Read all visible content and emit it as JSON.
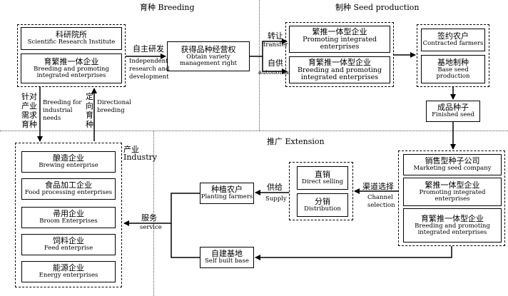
{
  "sections": {
    "breeding": "育种 Breeding",
    "seed_production": "制种 Seed production",
    "industry_cn": "产业",
    "industry_en": "Industry",
    "extension": "推广 Extension"
  },
  "boxes": {
    "research_institute": {
      "cn": "科研院所",
      "en": "Scientific Research Institute"
    },
    "breeding_enterprise_top": {
      "cn": "育繁推一体企业",
      "en": "Breeding and promoting integrated enterprises"
    },
    "variety_right": {
      "cn": "获得品种经营权",
      "en": "Obtain variety management right"
    },
    "breeding_promoting_integrated": {
      "cn": "繁推一体型企业",
      "en": "Promoting integrated enterprises"
    },
    "breeding_promoting_full": {
      "cn": "育繁推一体型企业",
      "en": "Breeding and promoting integrated enterprises"
    },
    "contracted_farmers": {
      "cn": "签约农户",
      "en": "Contracted farmers"
    },
    "base_seed": {
      "cn": "基地制种",
      "en": "Base seed production"
    },
    "finished_seed": {
      "cn": "成品种子",
      "en": "Finished seed"
    },
    "marketing_company": {
      "cn": "销售型种子公司",
      "en": "Marketing seed company"
    },
    "promoting_integrated_ext": {
      "cn": "繁推一体型企业",
      "en": "Promoting integrated enterprises"
    },
    "breeding_integrated_ext": {
      "cn": "育繁推一体型企业",
      "en": "Breeding and promoting integrated enterprises"
    },
    "direct_selling": {
      "cn": "直销",
      "en": "Direct selling"
    },
    "distribution": {
      "cn": "分销",
      "en": "Distribution"
    },
    "planting_farmers": {
      "cn": "种植农户",
      "en": "Planting farmers"
    },
    "self_built_base": {
      "cn": "自建基地",
      "en": "Self built base"
    },
    "brewing": {
      "cn": "酿造企业",
      "en": "Brewing enterprise"
    },
    "food_processing": {
      "cn": "食品加工企业",
      "en": "Food processing enterprises"
    },
    "broom": {
      "cn": "帚用企业",
      "en": "Broom Enterprises"
    },
    "feed": {
      "cn": "饲料企业",
      "en": "Feed enterprise"
    },
    "energy": {
      "cn": "能源企业",
      "en": "Energy enterprises"
    }
  },
  "labels": {
    "independent_cn": "自主研发",
    "independent_en1": "Independent",
    "independent_en2": "research and",
    "independent_en3": "development",
    "transfer_cn": "转让",
    "transfer_en": "transfer",
    "autonomous_cn": "自供",
    "autonomous_en": "autonoma",
    "industry_need_cn1": "针对",
    "industry_need_cn2": "产业",
    "industry_need_cn3": "需求",
    "industry_need_cn4": "育种",
    "industry_need_en1": "Breeding for",
    "industry_need_en2": "industrial",
    "industry_need_en3": "needs",
    "directional_cn1": "定",
    "directional_cn2": "向",
    "directional_cn3": "育",
    "directional_cn4": "种",
    "directional_en1": "Directional",
    "directional_en2": "breeding",
    "channel_cn": "渠道选择",
    "channel_en1": "Channel",
    "channel_en2": "selection",
    "supply_cn": "供给",
    "supply_en": "Supply",
    "service_cn": "服务",
    "service_en": "service"
  }
}
